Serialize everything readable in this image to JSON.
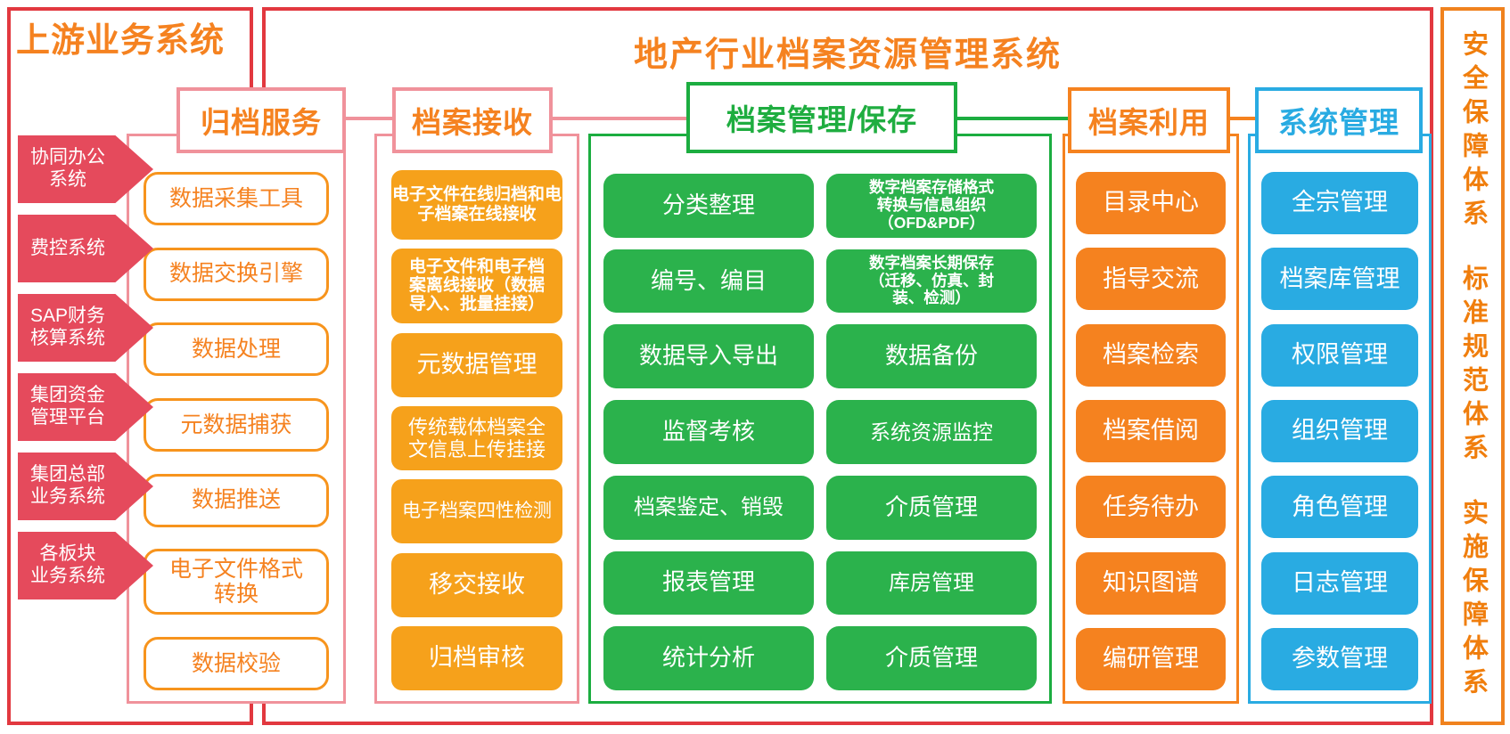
{
  "palette": {
    "outer_border_red": "#E2383F",
    "arrow_red": "#E54A5C",
    "salmon_border": "#F0929B",
    "orange_text": "#F58220",
    "orange_item_border": "#F7941D",
    "amber_fill": "#F6A11B",
    "green_fill": "#2BB24C",
    "green_border": "#1CAD40",
    "blue_fill": "#29ABE2",
    "strip_orange": "#F0821E"
  },
  "left_panel": {
    "title": "上游业务系统",
    "arrows": [
      "协同办公\n系统",
      "费控系统",
      "SAP财务\n核算系统",
      "集团资金\n管理平台",
      "集团总部\n业务系统",
      "各板块\n业务系统"
    ]
  },
  "main_panel": {
    "title": "地产行业档案资源管理系统",
    "columns": [
      {
        "header": "归档服务",
        "items": [
          "数据采集工具",
          "数据交换引擎",
          "数据处理",
          "元数据捕获",
          "数据推送",
          "电子文件格式\n转换",
          "数据校验"
        ]
      },
      {
        "header": "档案接收",
        "items": [
          "电子文件在线归档和电\n子档案在线接收",
          "电子文件和电子档\n案离线接收（数据\n导入、批量挂接）",
          "元数据管理",
          "传统载体档案全\n文信息上传挂接",
          "电子档案四性检测",
          "移交接收",
          "归档审核"
        ]
      },
      {
        "header": "档案管理/保存",
        "items_left": [
          "分类整理",
          "编号、编目",
          "数据导入导出",
          "监督考核",
          "档案鉴定、销毁",
          "报表管理",
          "统计分析"
        ],
        "items_right": [
          "数字档案存储格式\n转换与信息组织\n（OFD&PDF）",
          "数字档案长期保存\n（迁移、仿真、封\n装、检测）",
          "数据备份",
          "系统资源监控",
          "介质管理",
          "库房管理",
          "介质管理"
        ]
      },
      {
        "header": "档案利用",
        "items": [
          "目录中心",
          "指导交流",
          "档案检索",
          "档案借阅",
          "任务待办",
          "知识图谱",
          "编研管理"
        ]
      },
      {
        "header": "系统管理",
        "items": [
          "全宗管理",
          "档案库管理",
          "权限管理",
          "组织管理",
          "角色管理",
          "日志管理",
          "参数管理"
        ]
      }
    ]
  },
  "right_panel": {
    "groups": [
      "安全保障体系",
      "标准规范体系",
      "实施保障体系"
    ]
  }
}
